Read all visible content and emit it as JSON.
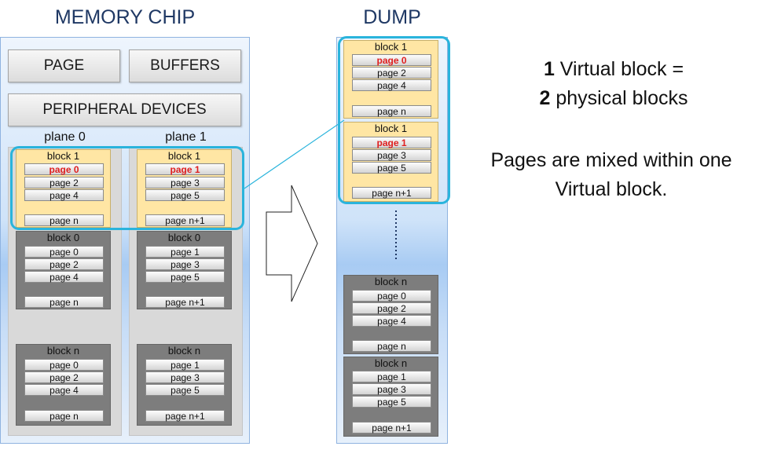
{
  "titles": {
    "chip": "MEMORY CHIP",
    "dump": "DUMP"
  },
  "chip": {
    "page_button": "PAGE",
    "buffers_button": "BUFFERS",
    "peripheral_button": "PERIPHERAL DEVICES",
    "planes": [
      {
        "label": "plane 0",
        "blocks": [
          {
            "name": "block 1",
            "pages": [
              "page 0",
              "page 2",
              "page 4"
            ],
            "last": "page n"
          },
          {
            "name": "block 0",
            "pages": [
              "page 0",
              "page 2",
              "page 4"
            ],
            "last": "page n"
          },
          {
            "name": "block n",
            "pages": [
              "page 0",
              "page 2",
              "page 4"
            ],
            "last": "page n"
          }
        ]
      },
      {
        "label": "plane 1",
        "blocks": [
          {
            "name": "block 1",
            "pages": [
              "page 1",
              "page 3",
              "page 5"
            ],
            "last": "page n+1"
          },
          {
            "name": "block 0",
            "pages": [
              "page 1",
              "page 3",
              "page 5"
            ],
            "last": "page n+1"
          },
          {
            "name": "block n",
            "pages": [
              "page 1",
              "page 3",
              "page 5"
            ],
            "last": "page n+1"
          }
        ]
      }
    ]
  },
  "dump": {
    "blocks": [
      {
        "name": "block 1",
        "pages": [
          "page 0",
          "page 2",
          "page 4"
        ],
        "last": "page n"
      },
      {
        "name": "block 1",
        "pages": [
          "page 1",
          "page 3",
          "page 5"
        ],
        "last": "page n+1"
      },
      {
        "name": "block n",
        "pages": [
          "page 0",
          "page 2",
          "page 4"
        ],
        "last": "page n"
      },
      {
        "name": "block n",
        "pages": [
          "page 1",
          "page 3",
          "page 5"
        ],
        "last": "page n+1"
      }
    ]
  },
  "explanation": {
    "line1_num": "1",
    "line1_text": " Virtual block =",
    "line2_num": "2",
    "line2_text": " physical blocks",
    "line3": "Pages are mixed within one",
    "line4": "Virtual block."
  },
  "colors": {
    "highlight": "#2ab4dc",
    "red_page": "#e02020",
    "active_block": "#ffe6a4",
    "inactive_block": "#7d7d7d",
    "title": "#1f3864"
  }
}
